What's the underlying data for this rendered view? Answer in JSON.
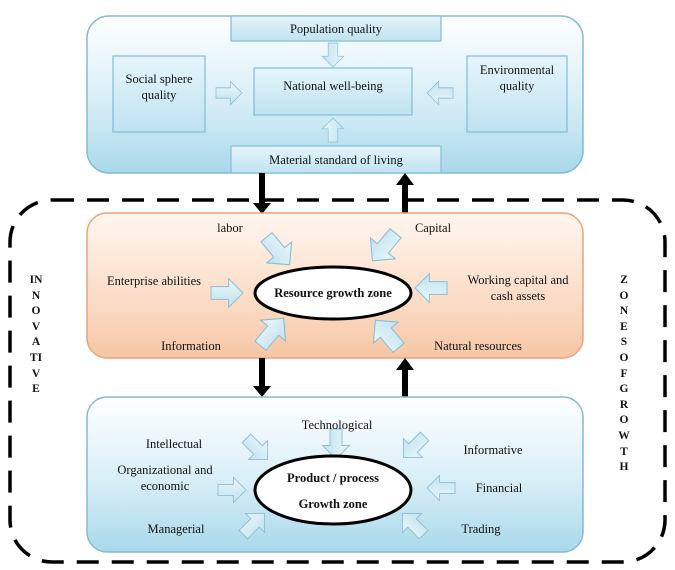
{
  "top_panel": {
    "population_quality": "Population quality",
    "national_well_being": "National well-being",
    "social_sphere_quality": "Social sphere quality",
    "environmental_quality": "Environmental quality",
    "material_standard": "Material standard of living"
  },
  "resource_panel": {
    "labor": "labor",
    "capital": "Capital",
    "enterprise_abilities": "Enterprise abilities",
    "working_capital": "Working capital and cash assets",
    "information": "Information",
    "natural_resources": "Natural resources",
    "zone_label": "Resource growth zone"
  },
  "product_panel": {
    "technological": "Technological",
    "intellectual": "Intellectual",
    "informative": "Informative",
    "organizational": "Organizational and economic",
    "financial": "Financial",
    "managerial": "Managerial",
    "trading": "Trading",
    "zone_line1": "Product / process",
    "zone_line2": "Growth zone"
  },
  "side_labels": {
    "left": "INNOVATIVE",
    "right": "ZONESOFGROWTH"
  },
  "colors": {
    "blue_fill_top": "#ffffff",
    "blue_fill_bottom": "#a9d9ea",
    "blue_border": "#84bcd3",
    "orange_fill_top": "#fff6ef",
    "orange_fill_bottom": "#f6c7a6",
    "orange_border": "#e9a47b",
    "arrow_fill": "#d4ecf6",
    "arrow_stroke": "#8cbdd2"
  }
}
